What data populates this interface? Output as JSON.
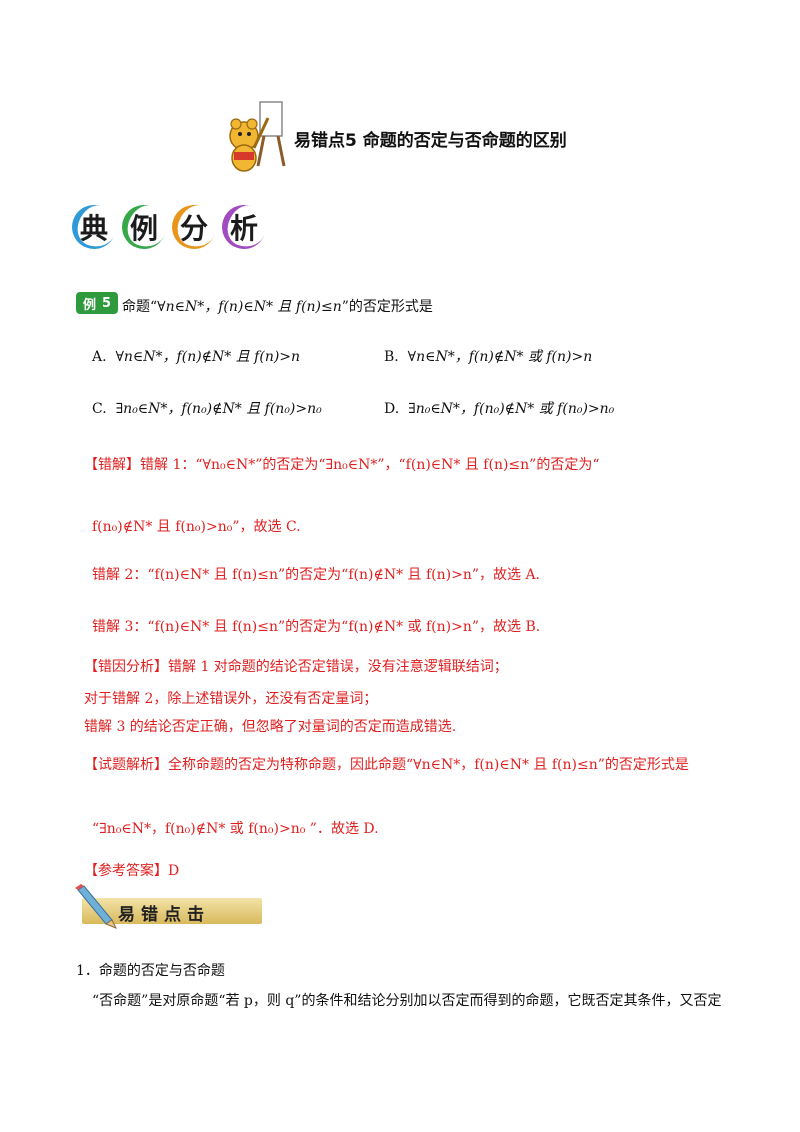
{
  "header": {
    "title": "易错点5  命题的否定与否命题的区别"
  },
  "section_title": [
    "典",
    "例",
    "分",
    "析"
  ],
  "example": {
    "badge_prefix": "例",
    "badge_num": "5",
    "stem_prefix": "命题“",
    "stem_math": "∀n∈N*，f(n)∈N* 且 f(n)≤n",
    "stem_suffix": "”的否定形式是"
  },
  "options": {
    "A": {
      "label": "A.",
      "text": "∀n∈N*，f(n)∉N* 且 f(n)>n"
    },
    "B": {
      "label": "B.",
      "text": "∀n∈N*，f(n)∉N* 或 f(n)>n"
    },
    "C": {
      "label": "C.",
      "text": "∃n₀∈N*，f(n₀)∉N* 且 f(n₀)>n₀"
    },
    "D": {
      "label": "D.",
      "text": "∃n₀∈N*，f(n₀)∉N* 或 f(n₀)>n₀"
    }
  },
  "wrong": {
    "w1_line1": "【错解】错解 1：“∀n₀∈N*”的否定为“∃n₀∈N*”，“f(n)∈N* 且 f(n)≤n”的否定为“",
    "w1_line2": "f(n₀)∉N*  且 f(n₀)>n₀”，故选 C.",
    "w2": "错解 2：“f(n)∈N*  且 f(n)≤n”的否定为“f(n)∉N*  且 f(n)>n”，故选 A.",
    "w3": "错解 3：“f(n)∈N* 且 f(n)≤n”的否定为“f(n)∉N* 或 f(n)>n”，故选 B."
  },
  "analysis": {
    "l1": "【错因分析】错解 1 对命题的结论否定错误，没有注意逻辑联结词；",
    "l2": "对于错解 2，除上述错误外，还没有否定量词；",
    "l3": "错解 3 的结论否定正确，但忽略了对量词的否定而造成错选."
  },
  "solution": {
    "l1": "【试题解析】全称命题的否定为特称命题，因此命题“∀n∈N*，f(n)∈N* 且 f(n)≤n”的否定形式是",
    "l2": "“∃n₀∈N*，f(n₀)∉N* 或 f(n₀)>n₀ ”．故选 D."
  },
  "answer": "【参考答案】D",
  "tips_banner": "易错点击",
  "body": {
    "item1": "1．命题的否定与否命题",
    "para1": "“否命题”是对原命题“若 p，则 q”的条件和结论分别加以否定而得到的命题，它既否定其条件，又否定"
  },
  "colors": {
    "accent_red": "#e02020",
    "badge_green": "#2e9a3c",
    "banner_gold": "#d9b95c"
  }
}
